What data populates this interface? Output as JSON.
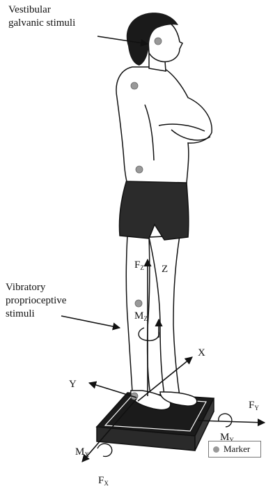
{
  "annotations": {
    "vestibular": "Vestibular\ngalvanic stimuli",
    "vibratory": "Vibratory\nproprioceptive\nstimuli"
  },
  "symbols": {
    "fz": {
      "main": "F",
      "sub": "Z"
    },
    "z": "Z",
    "mz": {
      "main": "M",
      "sub": "Z"
    },
    "x": "X",
    "y": "Y",
    "fy": {
      "main": "F",
      "sub": "Y"
    },
    "my": {
      "main": "M",
      "sub": "Y"
    },
    "mx": {
      "main": "M",
      "sub": "X"
    },
    "fx": {
      "main": "F",
      "sub": "X"
    }
  },
  "legend": {
    "label": "Marker",
    "marker_color": "#999999"
  },
  "colors": {
    "line": "#111111",
    "shorts": "#2b2b2b",
    "hair": "#1a1a1a",
    "marker": "#999999"
  }
}
